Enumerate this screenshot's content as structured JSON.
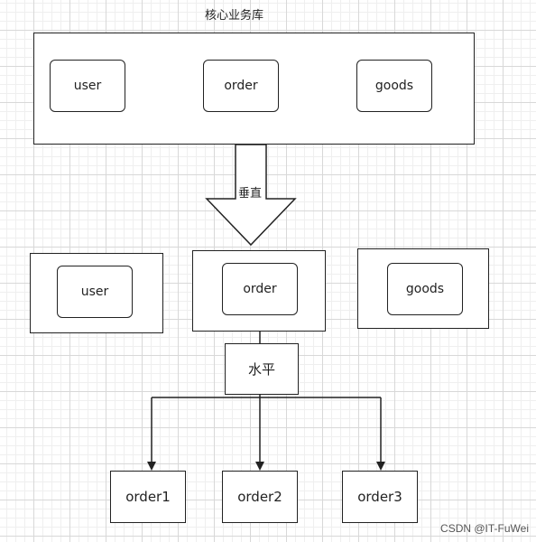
{
  "diagram": {
    "title": "核心业务库",
    "vertical_label": "垂直",
    "horizontal_label": "水平",
    "core": [
      "user",
      "order",
      "goods"
    ],
    "split": [
      "user",
      "order",
      "goods"
    ],
    "shards": [
      "order1",
      "order2",
      "order3"
    ]
  },
  "watermark": "CSDN @IT-FuWei"
}
